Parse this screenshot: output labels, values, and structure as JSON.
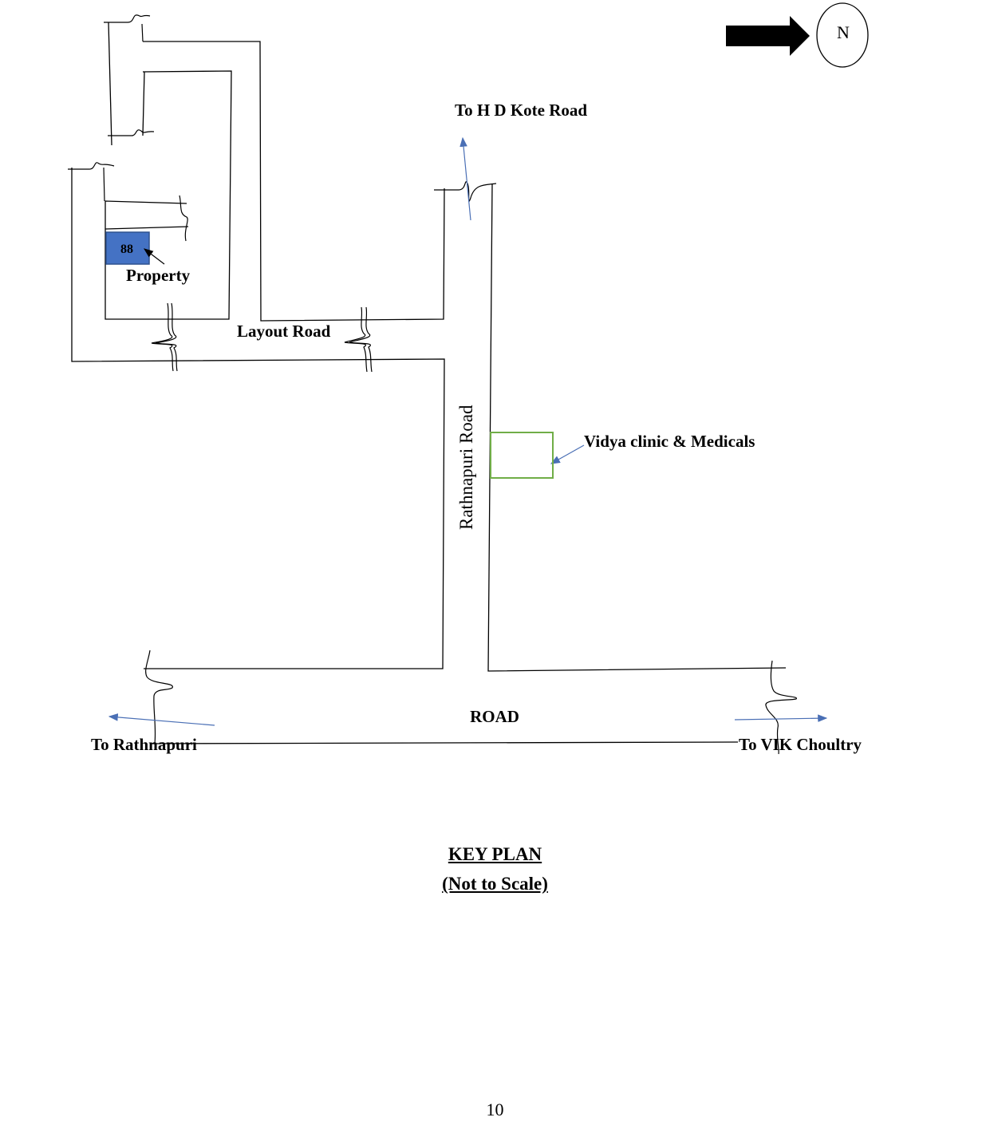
{
  "labels": {
    "to_hd_kote": "To H D Kote Road",
    "property_number": "88",
    "property": "Property",
    "layout_road": "Layout Road",
    "rathnapuri_road": "Rathnapuri Road",
    "vidya_clinic": "Vidya clinic & Medicals",
    "road": "ROAD",
    "to_rathnapuri": "To Rathnapuri",
    "to_vik_choultry": "To VIK Choultry",
    "north": "N"
  },
  "key_plan": {
    "title": "KEY PLAN",
    "subtitle": "(Not to Scale)"
  },
  "page_number": "10",
  "colors": {
    "property_fill": "#4472c4",
    "clinic_border": "#70ad47",
    "direction_arrow": "#4a6fb5"
  }
}
